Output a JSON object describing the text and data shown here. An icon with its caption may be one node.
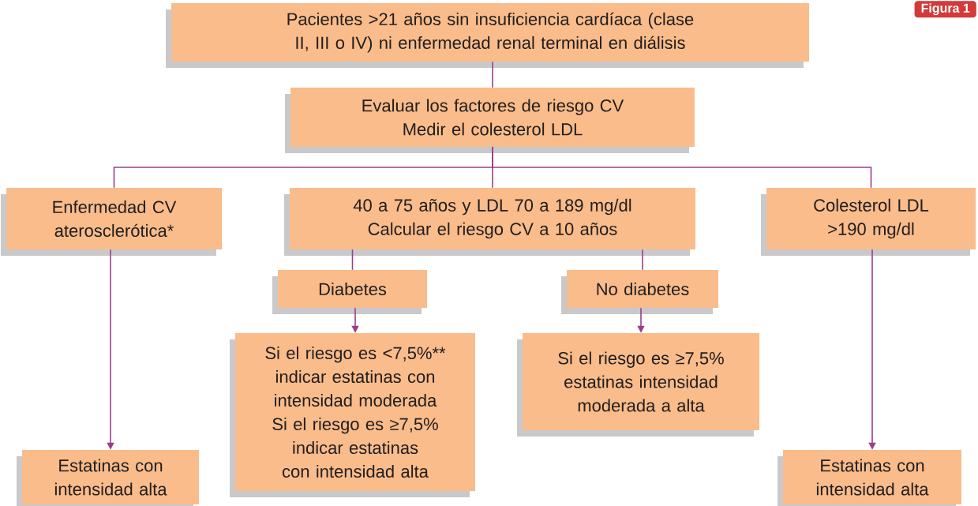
{
  "diagram": {
    "nodes": [
      {
        "text": [
          "Pacientes >21 años sin insuficiencia cardíaca (clase II, III o IV) ni enfermedad renal terminal en diálisis"
        ]
      },
      {
        "text": [
          "Evaluar los factores de riesgo CV",
          "Medir el colesterol LDL"
        ]
      },
      {
        "text": [
          "Enfermedad CV aterosclerótica*"
        ]
      },
      {
        "text": [
          "40 a 75 años y LDL 70 a 189 mg/dl",
          "Calcular el riesgo CV a 10 años"
        ]
      },
      {
        "text": [
          "Colesterol LDL >190 mg/dl"
        ]
      },
      {
        "text": [
          "Diabetes"
        ]
      },
      {
        "text": [
          "No diabetes"
        ]
      },
      {
        "text": [
          "Si el riesgo es <7,5%** indicar estatinas con intensidad moderada",
          "Si el riesgo es ≥7,5% indicar estatinas con intensidad alta"
        ]
      },
      {
        "text": [
          "Si el riesgo es ≥7,5% estatinas intensidad moderada a alta"
        ]
      },
      {
        "text": [
          "Estatinas con intensidad alta"
        ]
      },
      {
        "text": [
          "Estatinas con intensidad alta"
        ]
      }
    ],
    "edges": [
      {
        "from": 0,
        "to": 1,
        "arrow": "none"
      },
      {
        "from": 1,
        "to": 2,
        "arrow": "none"
      },
      {
        "from": 1,
        "to": 3,
        "arrow": "none"
      },
      {
        "from": 1,
        "to": 4,
        "arrow": "none"
      },
      {
        "from": 3,
        "to": 5,
        "arrow": "none"
      },
      {
        "from": 3,
        "to": 6,
        "arrow": "none"
      },
      {
        "from": 2,
        "to": 9,
        "arrow": "to"
      },
      {
        "from": 5,
        "to": 7,
        "arrow": "to"
      },
      {
        "from": 6,
        "to": 8,
        "arrow": "to"
      },
      {
        "from": 4,
        "to": 10,
        "arrow": "to"
      }
    ],
    "labels": [
      "Figura 1"
    ]
  }
}
